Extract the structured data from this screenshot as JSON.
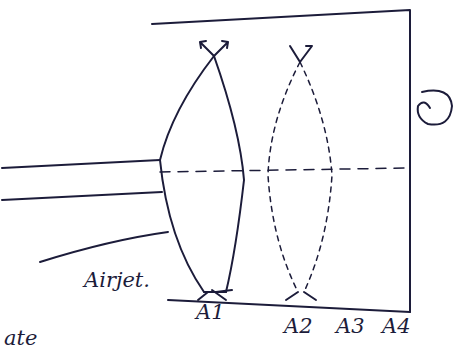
{
  "diagram": {
    "labels": [
      "Airjet.",
      "A1",
      "A2",
      "A3",
      "A4",
      "ate"
    ]
  }
}
